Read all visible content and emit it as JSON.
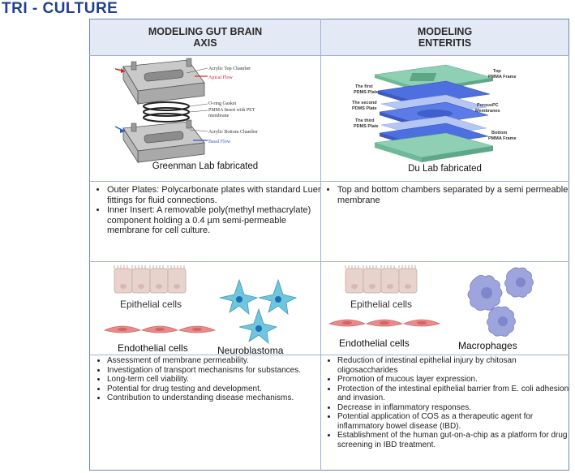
{
  "page_title": "TRI -  CULTURE",
  "headers": {
    "left": [
      "MODELING GUT BRAIN",
      "AXIS"
    ],
    "right": [
      "MODELING",
      "ENTERITIS"
    ]
  },
  "left_device": {
    "labels": {
      "top_chamber": "Acrylic Top Chamber",
      "apical_flow": "Apical Flow",
      "gasket": "O-ring Gasket",
      "insert_line1": "PMMA Insert with PET",
      "insert_line2": "membrane",
      "bottom_chamber": "Acrylic Bottom Chamber",
      "basal_flow": "Basal Flow"
    },
    "caption": "Greenman Lab fabricated"
  },
  "right_device": {
    "labels": {
      "top_frame_1": "Top",
      "top_frame_2": "PMMA Frame",
      "first_plate_1": "The first",
      "first_plate_2": "PDMS Plate",
      "second_plate_1": "The second",
      "second_plate_2": "PDMS Plate",
      "porous_1": "PorousPC",
      "porous_2": "Membranes",
      "third_plate_1": "The third",
      "third_plate_2": "PDMS Plate",
      "bottom_frame_1": "Bottom",
      "bottom_frame_2": "PMMA Frame"
    },
    "caption": "Du Lab fabricated"
  },
  "left_description": [
    "Outer Plates: Polycarbonate plates with standard Luer  fittings for fluid connections.",
    "Inner Insert: A removable poly(methyl methacrylate)  component holding a 0.4 µm semi-permeable  membrane for cell culture."
  ],
  "right_description": [
    "Top and bottom chambers separated by a semi permeable  membrane"
  ],
  "left_cells": {
    "epithelial": "Epithelial cells",
    "endothelial": "Endothelial cells",
    "neuro": "Neuroblastoma"
  },
  "right_cells": {
    "epithelial": "Epithelial cells",
    "endothelial": "Endothelial cells",
    "macrophages": "Macrophages"
  },
  "left_outcomes": [
    "Assessment of membrane permeability.",
    "Investigation of transport mechanisms for substances.",
    "Long-term cell viability.",
    "Potential for drug testing and development.",
    "Contribution to understanding disease mechanisms."
  ],
  "right_outcomes": [
    "Reduction of intestinal epithelial injury by chitosan oligosaccharides",
    "Promotion of mucous layer expression.",
    "Protection of the intestinal epithelial barrier from E. coli adhesion and invasion.",
    "Decrease in inflammatory responses.",
    "Potential application of COS as a therapeutic agent for inflammatory bowel disease (IBD).",
    "Establishment of the human gut-on-a-chip as a platform for drug screening in IBD treatment."
  ],
  "colors": {
    "title": "#1f3f8f",
    "header_bg": "#e4eaf5",
    "border": "#6f86b8",
    "epithelial": "#e8d2cc",
    "endothelial": "#ea8a8a",
    "neuro": "#6fc6de",
    "macrophage": "#9ea5dc",
    "chip_green": "#8fd0b4",
    "chip_blue": "#4d6fe0"
  }
}
